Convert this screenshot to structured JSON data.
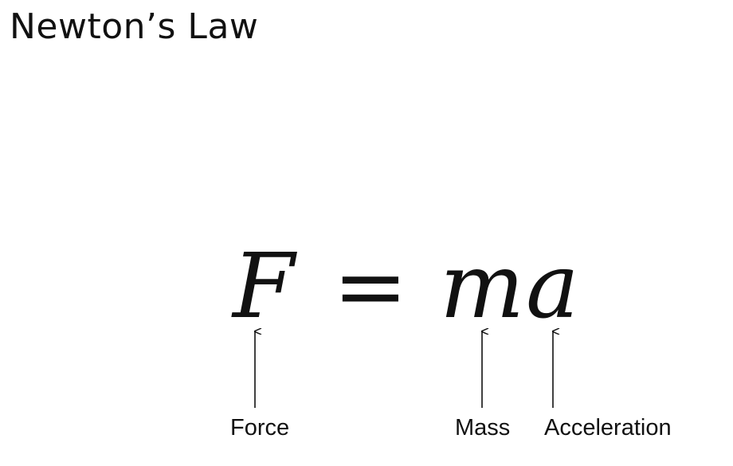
{
  "slide": {
    "title": "Newton’s Law"
  },
  "equation": {
    "lhs": "F",
    "operator": "=",
    "rhs_mass": "m",
    "rhs_accel": "a"
  },
  "annotations": [
    {
      "label": "Force"
    },
    {
      "label": "Mass"
    },
    {
      "label": "Acceleration"
    }
  ]
}
